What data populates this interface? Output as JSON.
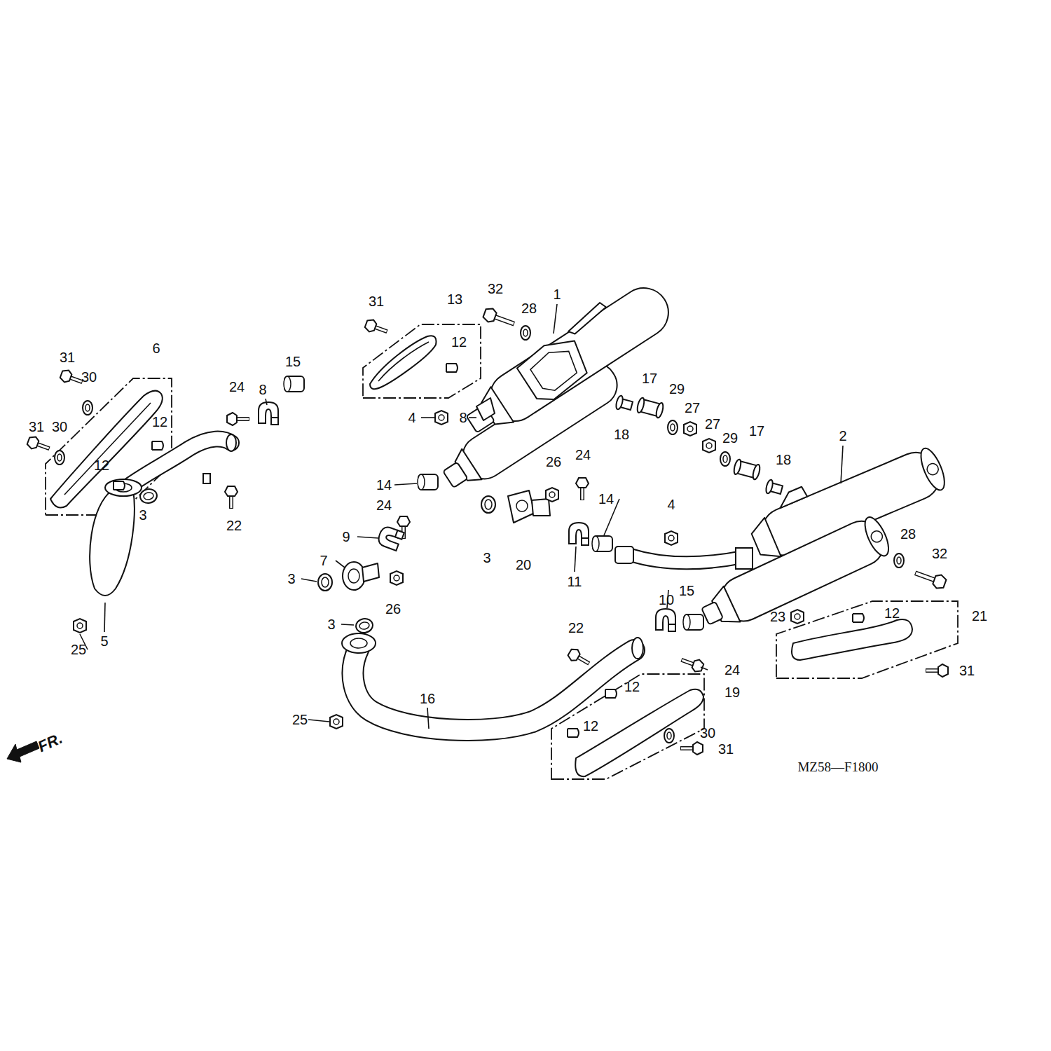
{
  "diagram": {
    "labels": [
      "31",
      "13",
      "32",
      "28",
      "1",
      "12",
      "4",
      "8",
      "17",
      "29",
      "27",
      "18",
      "27",
      "29",
      "17",
      "18",
      "2",
      "26",
      "24",
      "14",
      "14",
      "24",
      "9",
      "3",
      "20",
      "11",
      "4",
      "7",
      "3",
      "26",
      "3",
      "28",
      "32",
      "10",
      "15",
      "23",
      "12",
      "21",
      "31",
      "22",
      "24",
      "12",
      "19",
      "16",
      "25",
      "12",
      "30",
      "31",
      "6",
      "31",
      "30",
      "24",
      "8",
      "15",
      "31",
      "30",
      "12",
      "12",
      "3",
      "22",
      "25",
      "5",
      "MZ58—F1800",
      "FR."
    ]
  }
}
